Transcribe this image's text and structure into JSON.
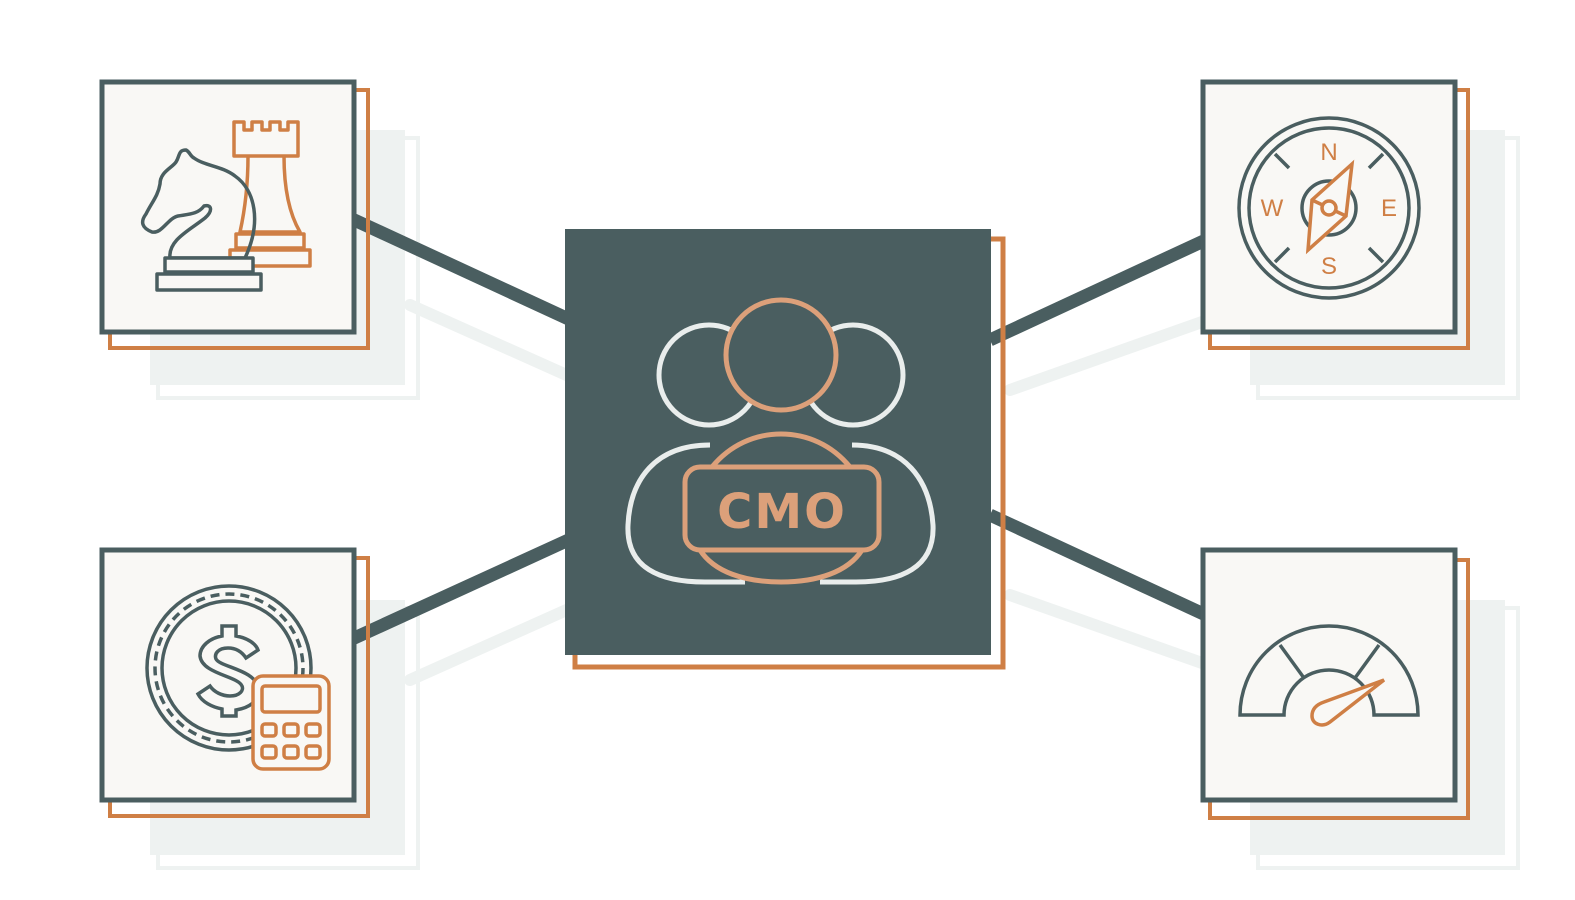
{
  "center": {
    "label": "CMO",
    "icon": "team-people-icon"
  },
  "nodes": [
    {
      "id": "strategy",
      "icon": "chess-knight-rook-icon"
    },
    {
      "id": "direction",
      "icon": "compass-icon",
      "compass": {
        "n": "N",
        "e": "E",
        "s": "S",
        "w": "W"
      }
    },
    {
      "id": "budget",
      "icon": "coin-calculator-icon"
    },
    {
      "id": "performance",
      "icon": "speedometer-gauge-icon"
    }
  ],
  "colors": {
    "slate": "#4a5e60",
    "orange": "#cf7f45",
    "peach": "#dca07a",
    "light": "#e9edec",
    "tile": "#f9f8f5",
    "shadow": "#eef2f1"
  }
}
